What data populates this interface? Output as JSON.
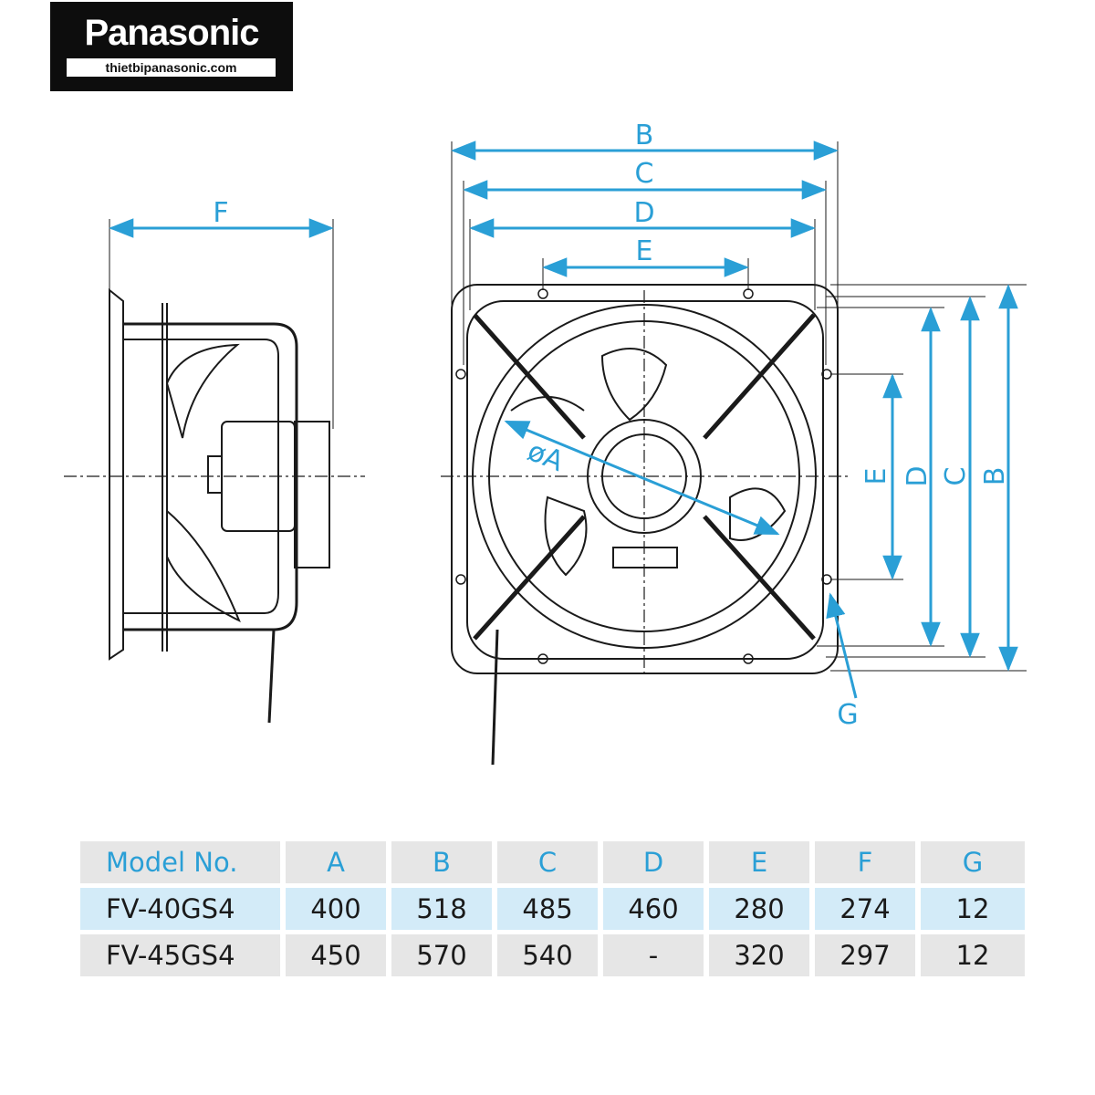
{
  "logo": {
    "brand": "Panasonic",
    "website": "thietbipanasonic.com"
  },
  "diagram": {
    "labels": {
      "A": "øA",
      "B": "B",
      "C": "C",
      "D": "D",
      "E": "E",
      "F": "F",
      "G": "G"
    },
    "colors": {
      "dimension": "#2a9fd6",
      "line": "#1a1a1a"
    }
  },
  "table": {
    "headers": [
      "Model No.",
      "A",
      "B",
      "C",
      "D",
      "E",
      "F",
      "G"
    ],
    "rows": [
      [
        "FV-40GS4",
        "400",
        "518",
        "485",
        "460",
        "280",
        "274",
        "12"
      ],
      [
        "FV-45GS4",
        "450",
        "570",
        "540",
        "-",
        "320",
        "297",
        "12"
      ]
    ],
    "colors": {
      "header_bg": "#e6e6e6",
      "highlight_row_bg": "#d3ebf8",
      "header_text": "#2a9fd6"
    }
  }
}
